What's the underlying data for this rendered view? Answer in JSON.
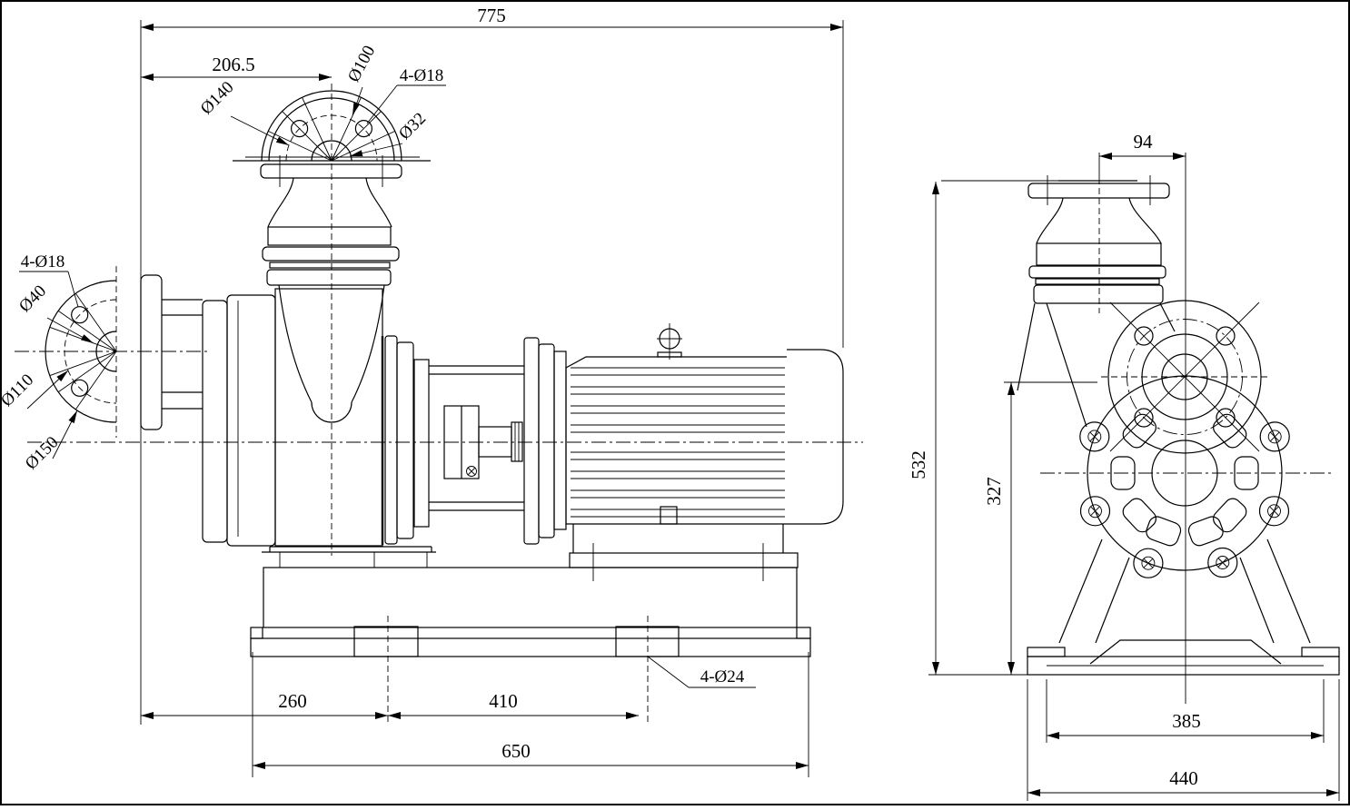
{
  "colors": {
    "line": "#000000",
    "background": "#ffffff"
  },
  "left_view": {
    "overall_length": "775",
    "discharge_offset": "206.5",
    "discharge_flange": {
      "outer_dia": "Ø140",
      "bolt_circle": "Ø100",
      "bolt_holes": "4-Ø18",
      "bore": "Ø32"
    },
    "suction_flange": {
      "bolt_holes": "4-Ø18",
      "bore": "Ø40",
      "bolt_circle": "Ø110",
      "outer_dia": "Ø150"
    },
    "base": {
      "front_span": "260",
      "rear_span": "410",
      "total_span": "650",
      "anchor_holes": "4-Ø24"
    }
  },
  "right_view": {
    "discharge_to_axis": "94",
    "overall_height": "532",
    "suction_axis_height": "327",
    "foot_bolt_span": "385",
    "base_width": "440"
  }
}
